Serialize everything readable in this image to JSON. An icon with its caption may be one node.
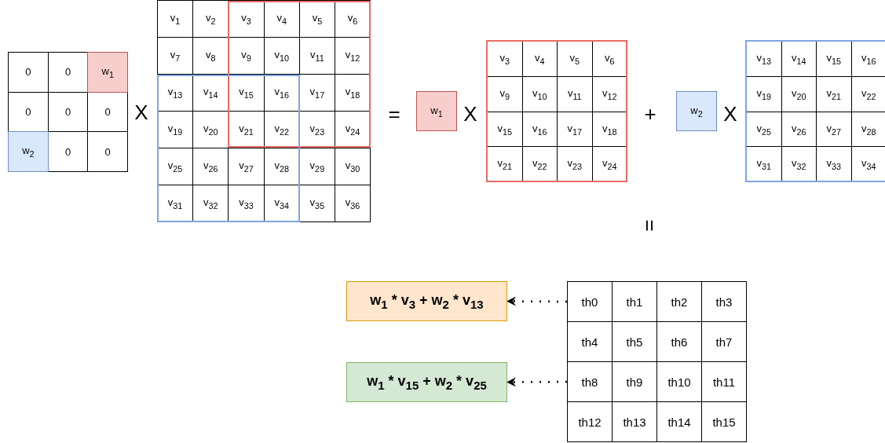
{
  "diagram": {
    "nodes": [
      {
        "text": [
          "w$_{1}$"
        ]
      },
      {
        "text": [
          "w$_{2}$"
        ]
      },
      {
        "text": [
          "w$_{1}$ * v$_{3}$ + w$_{2}$ * v$_{13}$"
        ]
      },
      {
        "text": [
          "w$_{1}$ * v$_{15}$ + w$_{2}$ * v$_{25}$"
        ]
      },
      {
        "text": [
          "th0"
        ]
      },
      {
        "text": [
          "th1"
        ]
      },
      {
        "text": [
          "th2"
        ]
      },
      {
        "text": [
          "th3"
        ]
      },
      {
        "text": [
          "th4"
        ]
      },
      {
        "text": [
          "th5"
        ]
      },
      {
        "text": [
          "th6"
        ]
      },
      {
        "text": [
          "th7"
        ]
      },
      {
        "text": [
          "th8"
        ]
      },
      {
        "text": [
          "th9"
        ]
      },
      {
        "text": [
          "th10"
        ]
      },
      {
        "text": [
          "th11"
        ]
      },
      {
        "text": [
          "th12"
        ]
      },
      {
        "text": [
          "th13"
        ]
      },
      {
        "text": [
          "th14"
        ]
      },
      {
        "text": [
          "th15"
        ]
      }
    ],
    "edges": [
      {
        "from": 4,
        "to": 2,
        "arrow": "to",
        "style": "dashed"
      },
      {
        "from": 12,
        "to": 3,
        "arrow": "to",
        "style": "dashed"
      }
    ],
    "labels": [
      "0",
      "0",
      "w$_{1}$",
      "0",
      "0",
      "0",
      "w$_{2}$",
      "0",
      "0",
      "X",
      "v$_{1}$",
      "v$_{2}$",
      "v$_{3}$",
      "v$_{4}$",
      "v$_{5}$",
      "v$_{6}$",
      "v$_{7}$",
      "v$_{8}$",
      "v$_{9}$",
      "v$_{10}$",
      "v$_{11}$",
      "v$_{12}$",
      "v$_{13}$",
      "v$_{14}$",
      "v$_{15}$",
      "v$_{16}$",
      "v$_{17}$",
      "v$_{18}$",
      "v$_{19}$",
      "v$_{20}$",
      "v$_{21}$",
      "v$_{22}$",
      "v$_{23}$",
      "v$_{24}$",
      "v$_{25}$",
      "v$_{26}$",
      "v$_{27}$",
      "v$_{28}$",
      "v$_{29}$",
      "v$_{30}$",
      "v$_{31}$",
      "v$_{32}$",
      "v$_{33}$",
      "v$_{34}$",
      "v$_{35}$",
      "v$_{36}$",
      "=",
      "X",
      "v$_{3}$",
      "v$_{4}$",
      "v$_{5}$",
      "v$_{6}$",
      "v$_{9}$",
      "v$_{10}$",
      "v$_{11}$",
      "v$_{12}$",
      "v$_{15}$",
      "v$_{16}$",
      "v$_{17}$",
      "v$_{18}$",
      "v$_{21}$",
      "v$_{22}$",
      "v$_{23}$",
      "v$_{24}$",
      "+",
      "X",
      "v$_{13}$",
      "v$_{14}$",
      "v$_{15}$",
      "v$_{16}$",
      "v$_{19}$",
      "v$_{20}$",
      "v$_{21}$",
      "v$_{22}$",
      "v$_{25}$",
      "v$_{26}$",
      "v$_{27}$",
      "v$_{28}$",
      "v$_{31}$",
      "v$_{32}$",
      "v$_{33}$",
      "v$_{34}$",
      "="
    ]
  }
}
